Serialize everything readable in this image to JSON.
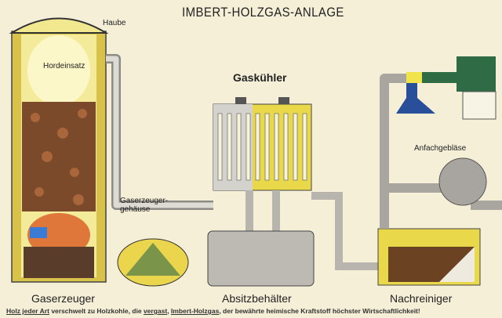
{
  "title": "IMBERT-HOLZGAS-ANLAGE",
  "components": {
    "gaserzeuger": "Gaserzeuger",
    "gaskuehler": "Gaskühler",
    "absitzbehaelter": "Absitzbehälter",
    "nachreiniger": "Nachreiniger",
    "anfachgeblaese": "Anfachgebläse",
    "haube": "Haube",
    "hordeinsatz": "Hordeinsatz",
    "gehaeuse_line1": "Gaserzeuger-",
    "gehaeuse_line2": "gehäuse"
  },
  "footer": {
    "part1": "Holz jeder Art",
    "part2": " verschwelt zu Holzkohle, die ",
    "part3": "vergast",
    "part4": ", ",
    "part5": "Imbert-Holzgas",
    "part6": ", der bewährte heimische Kraftstoff höchster Wirtschaftlichkeit!"
  },
  "colors": {
    "background": "#f5efd8",
    "yellow": "#e8d84a",
    "pipe": "#c9c6c0",
    "green": "#2f6b45",
    "blue": "#2a4f9a"
  }
}
